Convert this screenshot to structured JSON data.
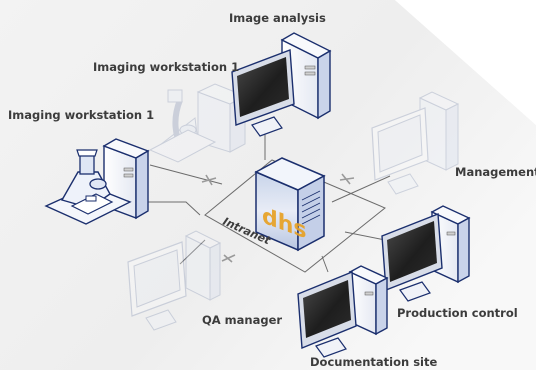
{
  "network": {
    "center_label": "Intranet",
    "logo_text": "dhs"
  },
  "nodes": {
    "image_analysis": "Image analysis",
    "imaging_ws_back": "Imaging workstation 1",
    "imaging_ws_front": "Imaging workstation 1",
    "management": "Management",
    "qa_manager": "QA manager",
    "production_control": "Production control",
    "documentation_site": "Documentation site"
  }
}
